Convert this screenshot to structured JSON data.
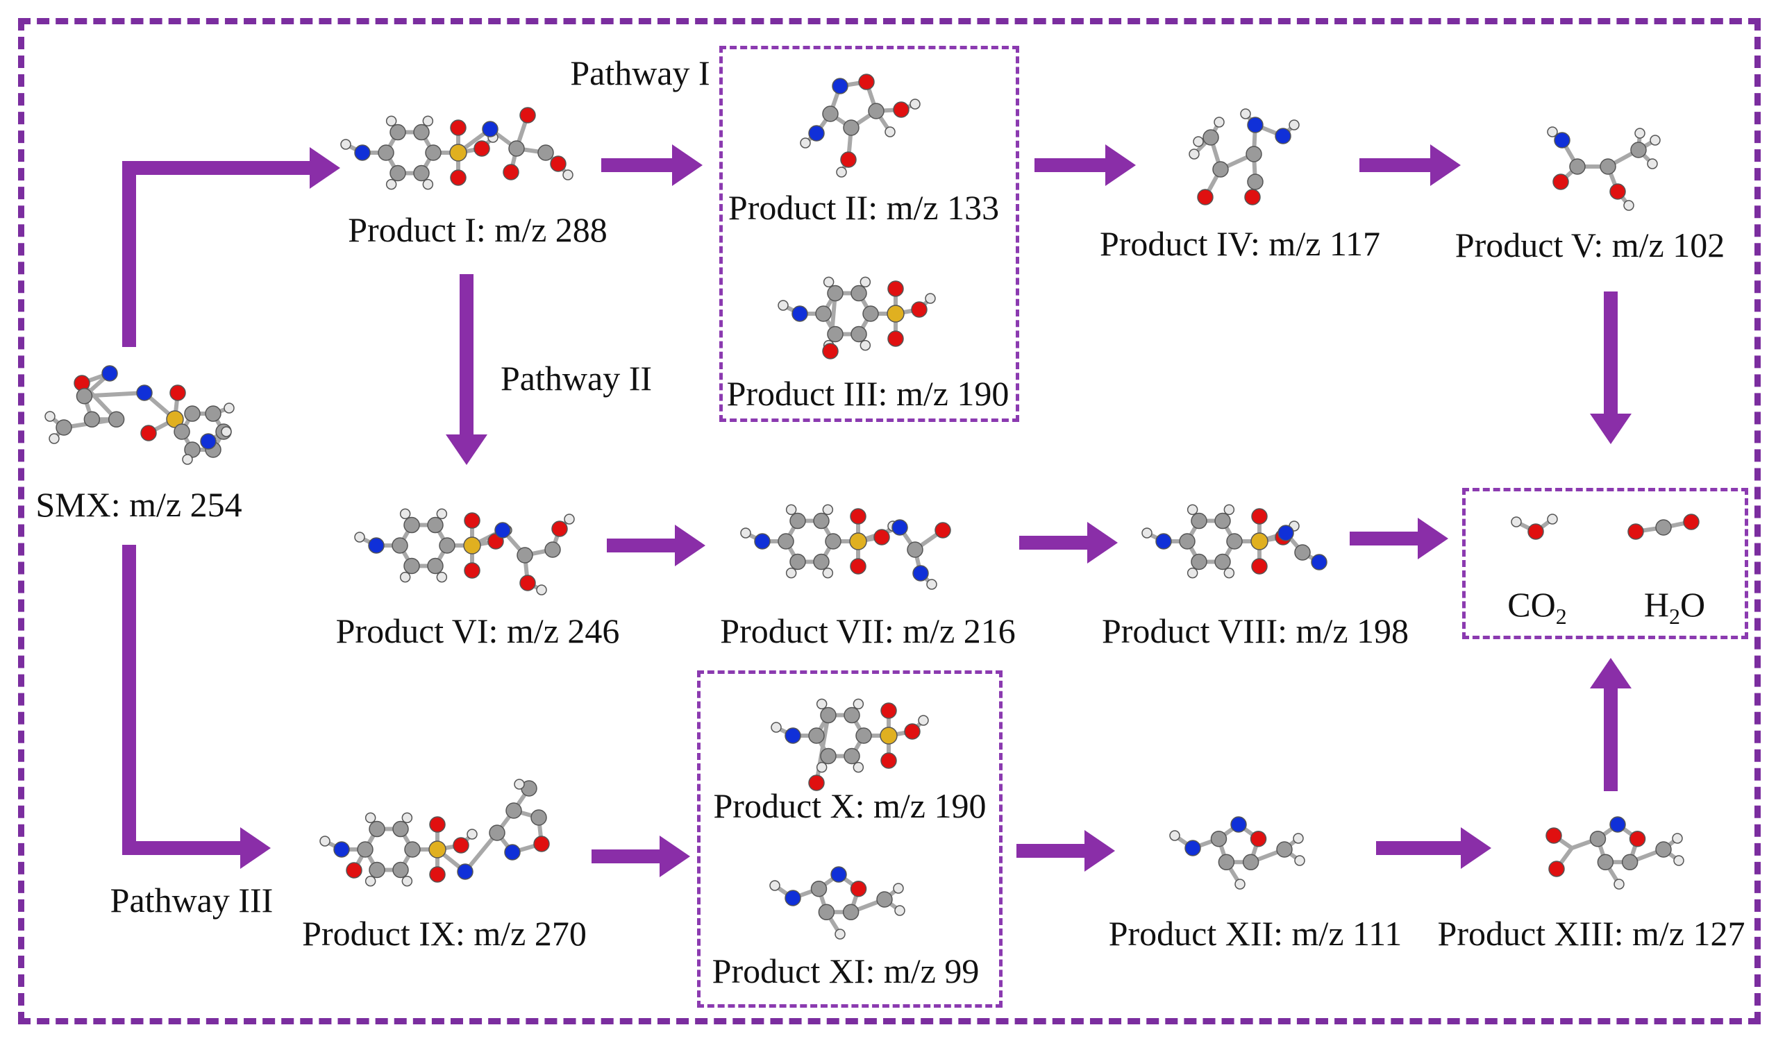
{
  "colors": {
    "arrow": "#8a2ea8",
    "frame": "#7b2d9f",
    "carbon": "#9a9a9a",
    "hydrogen": "#e8e8e8",
    "oxygen": "#e01010",
    "nitrogen": "#1030d8",
    "sulfur": "#e0b020"
  },
  "pathways": {
    "p1": "Pathway I",
    "p2": "Pathway II",
    "p3": "Pathway III"
  },
  "molecules": {
    "smx": "SMX: m/z 254",
    "p1": "Product I: m/z 288",
    "p2": "Product II: m/z 133",
    "p3": "Product III: m/z 190",
    "p4": "Product IV: m/z 117",
    "p5": "Product V: m/z 102",
    "p6": "Product VI: m/z 246",
    "p7": "Product VII: m/z 216",
    "p8": "Product VIII: m/z 198",
    "p9": "Product IX: m/z 270",
    "p10": "Product X: m/z 190",
    "p11": "Product XI: m/z 99",
    "p12": "Product XII: m/z 111",
    "p13": "Product XIII: m/z 127"
  },
  "final": {
    "co2": "CO",
    "co2_sub": "2",
    "h2o_pre": "H",
    "h2o_sub": "2",
    "h2o_post": "O"
  },
  "molecule_types": {
    "smx": "sulfonamide-isoxazole",
    "p1": "sulfonamide-hydroxylated",
    "p2": "ring-small",
    "p3": "benzene-sulfonic",
    "p4": "chain-small",
    "p5": "chain-small",
    "p6": "sulfonamide-open",
    "p7": "sulfonamide-open",
    "p8": "sulfonamide-open",
    "p9": "sulfonamide-hydroxylated",
    "p10": "benzene-sulfonic",
    "p11": "ring-small",
    "p12": "isoxazole-nitro",
    "p13": "isoxazole-nitro"
  }
}
